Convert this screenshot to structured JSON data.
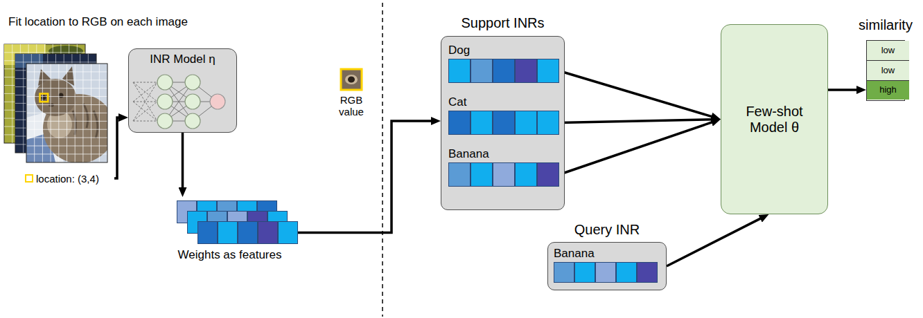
{
  "diagram": {
    "nodes": [
      {
        "text": [
          "location: (3,4)"
        ]
      },
      {
        "text": [
          "INR Model η"
        ]
      },
      {
        "text": [
          "Weights as features"
        ]
      },
      {
        "text": [
          "Support INRs"
        ]
      },
      {
        "text": [
          "Dog"
        ],
        "in": 3
      },
      {
        "text": [
          "Cat"
        ],
        "in": 3
      },
      {
        "text": [
          "Banana"
        ],
        "in": 3
      },
      {
        "text": [
          "Query INR"
        ]
      },
      {
        "text": [
          "Banana"
        ],
        "in": 7
      },
      {
        "text": [
          "Few-shot Model θ"
        ]
      },
      {
        "text": [
          "similarity"
        ]
      },
      {
        "text": [
          "low"
        ],
        "in": 10
      },
      {
        "text": [
          "low"
        ],
        "in": 10
      },
      {
        "text": [
          "high"
        ],
        "in": 10
      }
    ],
    "edges": [
      {
        "from": 0,
        "to": 1,
        "arrow": "to"
      },
      {
        "from": 1,
        "to": 2,
        "arrow": "to"
      },
      {
        "from": 2,
        "to": 3,
        "arrow": "to"
      },
      {
        "from": 4,
        "to": 9,
        "arrow": "to"
      },
      {
        "from": 5,
        "to": 9,
        "arrow": "to"
      },
      {
        "from": 6,
        "to": 9,
        "arrow": "to"
      },
      {
        "from": 7,
        "to": 9,
        "arrow": "to"
      },
      {
        "from": 9,
        "to": 10,
        "arrow": "to"
      }
    ],
    "labels": [
      "Fit location to RGB on each image",
      "RGB value"
    ]
  }
}
